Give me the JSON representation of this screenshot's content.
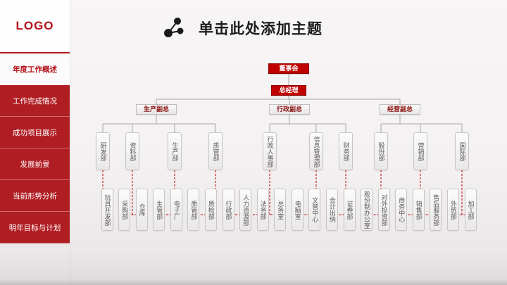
{
  "slide": {
    "header": {
      "title": "单击此处添加主题",
      "icon": "share-nodes-icon"
    }
  },
  "sidebar": {
    "logo": "LOGO",
    "items": [
      {
        "label": "年度工作概述",
        "active": true
      },
      {
        "label": "工作完成情况",
        "active": false
      },
      {
        "label": "成功项目展示",
        "active": false
      },
      {
        "label": "发展前景",
        "active": false
      },
      {
        "label": "当前形势分析",
        "active": false
      },
      {
        "label": "明年目标与计划",
        "active": false
      }
    ]
  },
  "org_chart": {
    "root": "董事会",
    "general_manager": "总经理",
    "branches": [
      {
        "vp": "生产副总",
        "departments": [
          {
            "name": "研发部",
            "offices": [
              "玩具开发部"
            ]
          },
          {
            "name": "资料部",
            "offices": [
              "采购部",
              "仓库"
            ]
          },
          {
            "name": "生产部",
            "offices": [
              "生管部",
              "电子厂"
            ]
          },
          {
            "name": "质管部",
            "offices": [
              "质管部",
              "质检部"
            ]
          }
        ]
      },
      {
        "vp": "行政副总",
        "departments": [
          {
            "name": "行政人事部",
            "offices": [
              "行政部",
              "人力资源部",
              "法务部",
              "总务室"
            ]
          },
          {
            "name": "信息管理部",
            "offices": [
              "电脑室",
              "文管中心"
            ]
          },
          {
            "name": "财务部",
            "offices": [
              "会计出纳",
              "证券部"
            ]
          }
        ]
      },
      {
        "vp": "经营副总",
        "departments": [
          {
            "name": "股份部",
            "offices": [
              "股份制办公室",
              "对外投资部"
            ]
          },
          {
            "name": "营销部",
            "offices": [
              "商务中心",
              "销售部",
              "售后服务部"
            ]
          },
          {
            "name": "国际部",
            "offices": [
              "外贸部",
              "加工部"
            ]
          }
        ]
      }
    ]
  },
  "colors": {
    "accent_red": "#c00000",
    "sidebar_red": "#b01e23",
    "active_text_red": "#b5121b",
    "box_gray_border": "#c9c5c5",
    "text_gray": "#5e5a5a",
    "title_black": "#1d1d1d"
  }
}
